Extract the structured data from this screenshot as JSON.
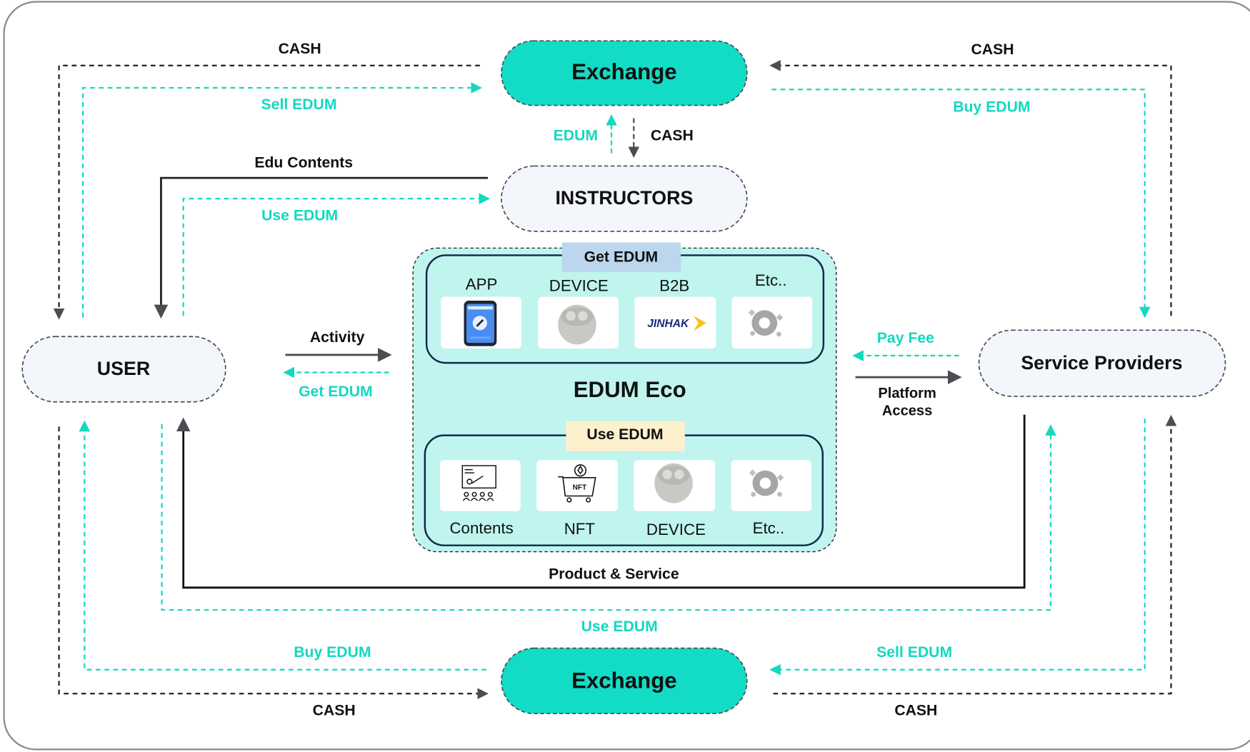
{
  "colors": {
    "teal": "#14d8c0",
    "exchange_fill": "#12dcc6",
    "node_fill": "#f3f6fb",
    "eco_fill": "#bff5ee",
    "eco_border": "#14284b",
    "get_tag_fill": "#bcd6ee",
    "use_tag_fill": "#fdf0cc",
    "dark_line": "#4a4d52"
  },
  "nodes": {
    "exchange_top": "Exchange",
    "instructors": "INSTRUCTORS",
    "user": "USER",
    "service_providers": "Service Providers",
    "exchange_bottom": "Exchange"
  },
  "eco": {
    "title": "EDUM Eco",
    "get_section": {
      "tag": "Get EDUM",
      "items": [
        {
          "label": "APP",
          "icon": "smartphone-app-icon"
        },
        {
          "label": "DEVICE",
          "icon": "earbuds-device-icon"
        },
        {
          "label": "B2B",
          "icon": "jinhak-logo-icon",
          "logo_text": "JINHAK"
        },
        {
          "label": "Etc..",
          "icon": "misc-crypto-icon"
        }
      ]
    },
    "use_section": {
      "tag": "Use EDUM",
      "items": [
        {
          "label": "Contents",
          "icon": "lecture-contents-icon"
        },
        {
          "label": "NFT",
          "icon": "nft-cart-icon",
          "icon_text": "NFT"
        },
        {
          "label": "DEVICE",
          "icon": "earbuds-device-icon"
        },
        {
          "label": "Etc..",
          "icon": "misc-crypto-icon"
        }
      ]
    }
  },
  "flows": {
    "top_left_cash": "CASH",
    "top_left_sell": "Sell EDUM",
    "top_right_cash": "CASH",
    "top_right_buy": "Buy EDUM",
    "exch_instr_edum": "EDUM",
    "exch_instr_cash": "CASH",
    "edu_contents": "Edu Contents",
    "use_edum_instructors": "Use EDUM",
    "activity": "Activity",
    "get_edum_user": "Get EDUM",
    "pay_fee": "Pay Fee",
    "platform_access_1": "Platform",
    "platform_access_2": "Access",
    "product_service": "Product & Service",
    "use_edum_bottom": "Use EDUM",
    "bottom_left_buy": "Buy EDUM",
    "bottom_left_cash": "CASH",
    "bottom_right_sell": "Sell EDUM",
    "bottom_right_cash": "CASH"
  }
}
